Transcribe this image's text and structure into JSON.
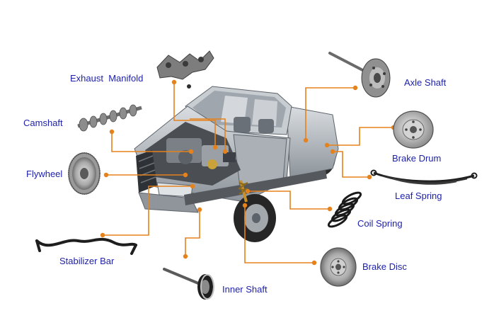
{
  "colors": {
    "label_text": "#1c1fa8",
    "callout_line": "#e5821b",
    "part_metal": "#8a8a8a",
    "part_dark": "#3a3a3a",
    "truck_body": "#b9bfc5"
  },
  "labels": {
    "exhaust_manifold": "Exhaust  Manifold",
    "camshaft": "Camshaft",
    "flywheel": "Flywheel",
    "stabilizer_bar": "Stabilizer Bar",
    "inner_shaft": "Inner Shaft",
    "axle_shaft": "Axle Shaft",
    "brake_drum": "Brake Drum",
    "leaf_spring": "Leaf Spring",
    "coil_spring": "Coil Spring",
    "brake_disc": "Brake Disc"
  },
  "icons": [
    "truck-cutaway-icon",
    "exhaust-manifold-icon",
    "camshaft-icon",
    "flywheel-icon",
    "stabilizer-bar-icon",
    "inner-shaft-icon",
    "axle-shaft-icon",
    "brake-drum-icon",
    "leaf-spring-icon",
    "coil-spring-icon",
    "brake-disc-icon"
  ]
}
